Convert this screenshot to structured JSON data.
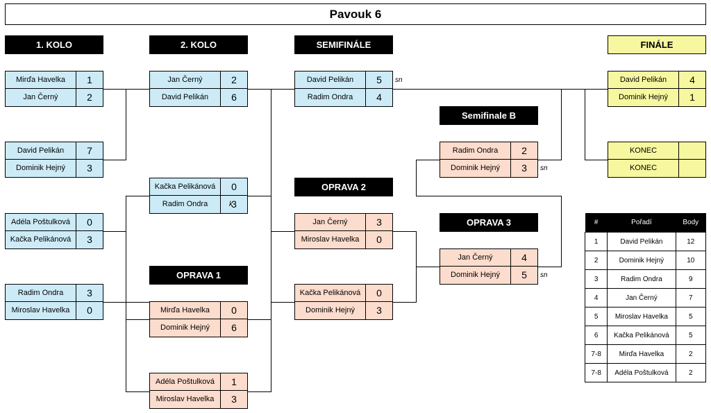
{
  "title": "Pavouk 6",
  "headers": {
    "r1": "1. KOLO",
    "r2": "2. KOLO",
    "semi": "SEMIFINÁLE",
    "final": "FINÁLE",
    "semiB": "Semifinale B",
    "op2": "OPRAVA 2",
    "op3": "OPRAVA 3",
    "op1": "OPRAVA 1"
  },
  "matches": {
    "r1m1": [
      {
        "name": "Mirďa Havelka",
        "score": "1"
      },
      {
        "name": "Jan Černý",
        "score": "2"
      }
    ],
    "r1m2": [
      {
        "name": "David Pelikán",
        "score": "7"
      },
      {
        "name": "Dominik Hejný",
        "score": "3"
      }
    ],
    "r1m3": [
      {
        "name": "Adéla Poštulková",
        "score": "0"
      },
      {
        "name": "Kačka Pelikánová",
        "score": "3"
      }
    ],
    "r1m4": [
      {
        "name": "Radim Ondra",
        "score": "3"
      },
      {
        "name": "Miroslav Havelka",
        "score": "0"
      }
    ],
    "r2m1": [
      {
        "name": "Jan Černý",
        "score": "2"
      },
      {
        "name": "David Pelikán",
        "score": "6"
      }
    ],
    "r2m2": [
      {
        "name": "Kačka Pelikánová",
        "score": "0"
      },
      {
        "name": "Radim Ondra",
        "score": "3",
        "note": "k"
      }
    ],
    "op1m1": [
      {
        "name": "Mirďa Havelka",
        "score": "0"
      },
      {
        "name": "Dominik Hejný",
        "score": "6"
      }
    ],
    "op1m2": [
      {
        "name": "Adéla Poštulková",
        "score": "1"
      },
      {
        "name": "Miroslav Havelka",
        "score": "3"
      }
    ],
    "semi": [
      {
        "name": "David Pelikán",
        "score": "5",
        "note": "sn"
      },
      {
        "name": "Radim Ondra",
        "score": "4"
      }
    ],
    "op2m1": [
      {
        "name": "Jan Černý",
        "score": "3"
      },
      {
        "name": "Miroslav Havelka",
        "score": "0"
      }
    ],
    "op2m2": [
      {
        "name": "Kačka Pelikánová",
        "score": "0"
      },
      {
        "name": "Dominik Hejný",
        "score": "3"
      }
    ],
    "semiB": [
      {
        "name": "Radim Ondra",
        "score": "2"
      },
      {
        "name": "Dominik Hejný",
        "score": "3",
        "note": "sn"
      }
    ],
    "op3": [
      {
        "name": "Jan Černý",
        "score": "4"
      },
      {
        "name": "Dominik Hejný",
        "score": "5",
        "note": "sn"
      }
    ],
    "final": [
      {
        "name": "David Pelikán",
        "score": "4"
      },
      {
        "name": "Dominik Hejný",
        "score": "1"
      }
    ],
    "konec": [
      {
        "name": "KONEC",
        "score": ""
      },
      {
        "name": "KONEC",
        "score": ""
      }
    ]
  },
  "ranking": {
    "headers": [
      "#",
      "Pořadí",
      "Body"
    ],
    "rows": [
      [
        "1",
        "David Pelikán",
        "12"
      ],
      [
        "2",
        "Dominik Hejný",
        "10"
      ],
      [
        "3",
        "Radim Ondra",
        "9"
      ],
      [
        "4",
        "Jan Černý",
        "7"
      ],
      [
        "5",
        "Miroslav Havelka",
        "5"
      ],
      [
        "6",
        "Kačka Pelikánová",
        "5"
      ],
      [
        "7-8",
        "Mirďa Havelka",
        "2"
      ],
      [
        "7-8",
        "Adéla Poštulková",
        "2"
      ]
    ]
  }
}
